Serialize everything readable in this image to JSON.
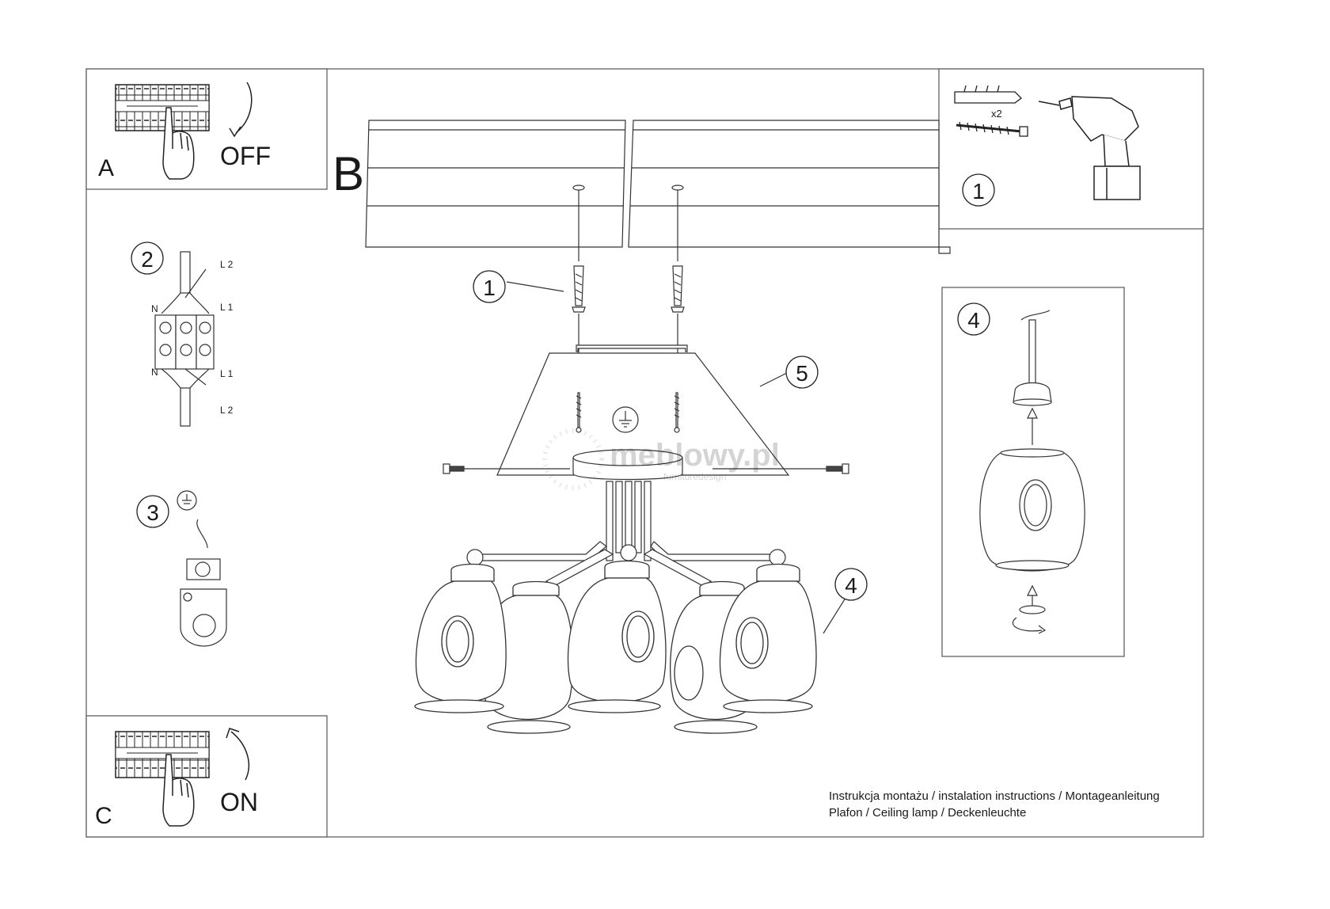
{
  "steps": {
    "A": {
      "letter": "A",
      "state": "OFF"
    },
    "B": {
      "letter": "B"
    },
    "C": {
      "letter": "C",
      "state": "ON"
    }
  },
  "numbers": {
    "tools": "1",
    "dowel": "1",
    "wiring": "2",
    "earth": "3",
    "shades": "4",
    "shade_detail": "4",
    "canopy": "5"
  },
  "wiring_labels": {
    "l2_top": "L 2",
    "l1_top": "L 1",
    "n_top": "N",
    "n_bottom": "N",
    "l1_bottom": "L 1",
    "l2_bottom": "L 2"
  },
  "tools": {
    "quantity": "x2"
  },
  "watermark": {
    "brand": "meblowy.pl",
    "tagline": "furnituredesign"
  },
  "caption": {
    "line1": "Instrukcja montażu / instalation instructions / Montageanleitung",
    "line2": "Plafon / Ceiling lamp / Deckenleuchte"
  }
}
